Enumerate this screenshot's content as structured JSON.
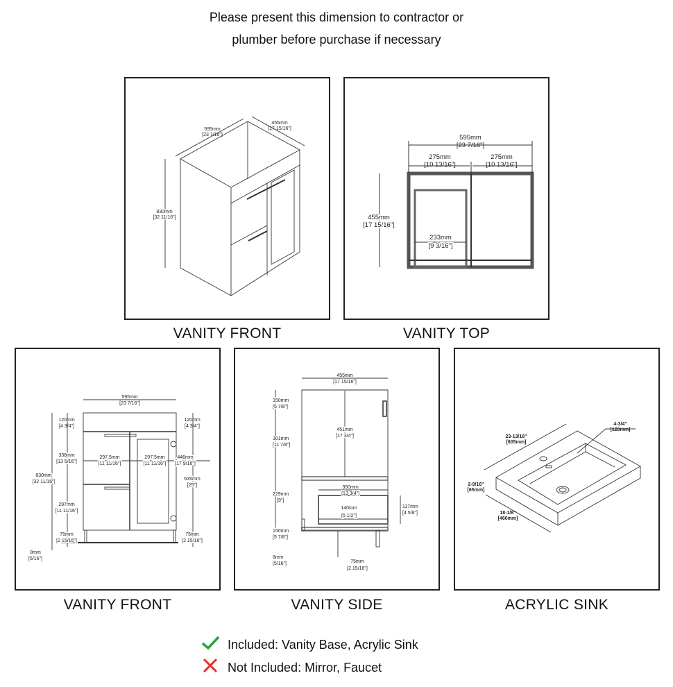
{
  "header": {
    "line1": "Please present this dimension to contractor or",
    "line2": "plumber before purchase if necessary"
  },
  "panels": {
    "iso": {
      "caption": "VANITY FRONT",
      "width_mm": "595mm",
      "width_in": "[23 7/16\"]",
      "depth_mm": "455mm",
      "depth_in": "[17 15/16\"]",
      "height_mm": "830mm",
      "height_in": "[32 11/16\"]"
    },
    "top": {
      "caption": "VANITY TOP",
      "w_mm": "595mm",
      "w_in": "[23 7/16\"]",
      "l_mm": "275mm",
      "l_in": "[10 13/16\"]",
      "r_mm": "275mm",
      "r_in": "[10 13/16\"]",
      "d_mm": "455mm",
      "d_in": "[17 15/16\"]",
      "drawer_mm": "233mm",
      "drawer_in": "[9 3/16\"]"
    },
    "front": {
      "caption": "VANITY FRONT",
      "w_mm": "595mm",
      "w_in": "[23 7/16\"]",
      "top_l_mm": "120mm",
      "top_l_in": "[4 3/4\"]",
      "top_r_mm": "120mm",
      "top_r_in": "[4 3/4\"]",
      "d1_mm": "338mm",
      "d1_in": "[13 5/16\"]",
      "d2_mm": "297mm",
      "d2_in": "[11 11/16\"]",
      "h_mm": "830mm",
      "h_in": "[32 11/16\"]",
      "wl_mm": "297.5mm",
      "wl_in": "[11 11/16\"]",
      "wr_mm": "297.5mm",
      "wr_in": "[11 11/16\"]",
      "door_mm": "446mm",
      "door_in": "[17 9/16\"]",
      "dh_mm": "635mm",
      "dh_in": "[25\"]",
      "leg_l_mm": "75mm",
      "leg_l_in": "[2 15/16\"]",
      "leg_r_mm": "75mm",
      "leg_r_in": "[2 15/16\"]",
      "foot_mm": "8mm",
      "foot_in": "[5/16\"]"
    },
    "side": {
      "caption": "VANITY SIDE",
      "d_mm": "455mm",
      "d_in": "[17 15/16\"]",
      "a_mm": "150mm",
      "a_in": "[5 7/8\"]",
      "b_mm": "301mm",
      "b_in": "[11 7/8\"]",
      "inner_mm": "451mm",
      "inner_in": "[17 3/4\"]",
      "c_mm": "229mm",
      "c_in": "[9\"]",
      "drw_mm": "350mm",
      "drw_in": "[13 3/4\"]",
      "drw_h_mm": "117mm",
      "drw_h_in": "[4 5/8\"]",
      "drw_in_mm": "140mm",
      "drw_in_in": "[5 1/2\"]",
      "e_mm": "150mm",
      "e_in": "[5 7/8\"]",
      "foot_mm": "8mm",
      "foot_in": "[5/16\"]",
      "leg_mm": "75mm",
      "leg_in": "[2 15/16\"]"
    },
    "sink": {
      "caption": "ACRYLIC SINK",
      "len_in": "23-13/16\"",
      "len_mm": "[605mm]",
      "bowl_in": "4-3/4\"",
      "bowl_mm": "[120mm]",
      "h_in": "2-9/16\"",
      "h_mm": "[65mm]",
      "d_in": "18-1/8\"",
      "d_mm": "[460mm]"
    }
  },
  "legend": {
    "included": {
      "icon": "check-icon",
      "color": "#2e9e3e",
      "text": "Included: Vanity Base, Acrylic Sink"
    },
    "excluded": {
      "icon": "x-icon",
      "color": "#e0302a",
      "text": "Not Included: Mirror, Faucet"
    }
  }
}
